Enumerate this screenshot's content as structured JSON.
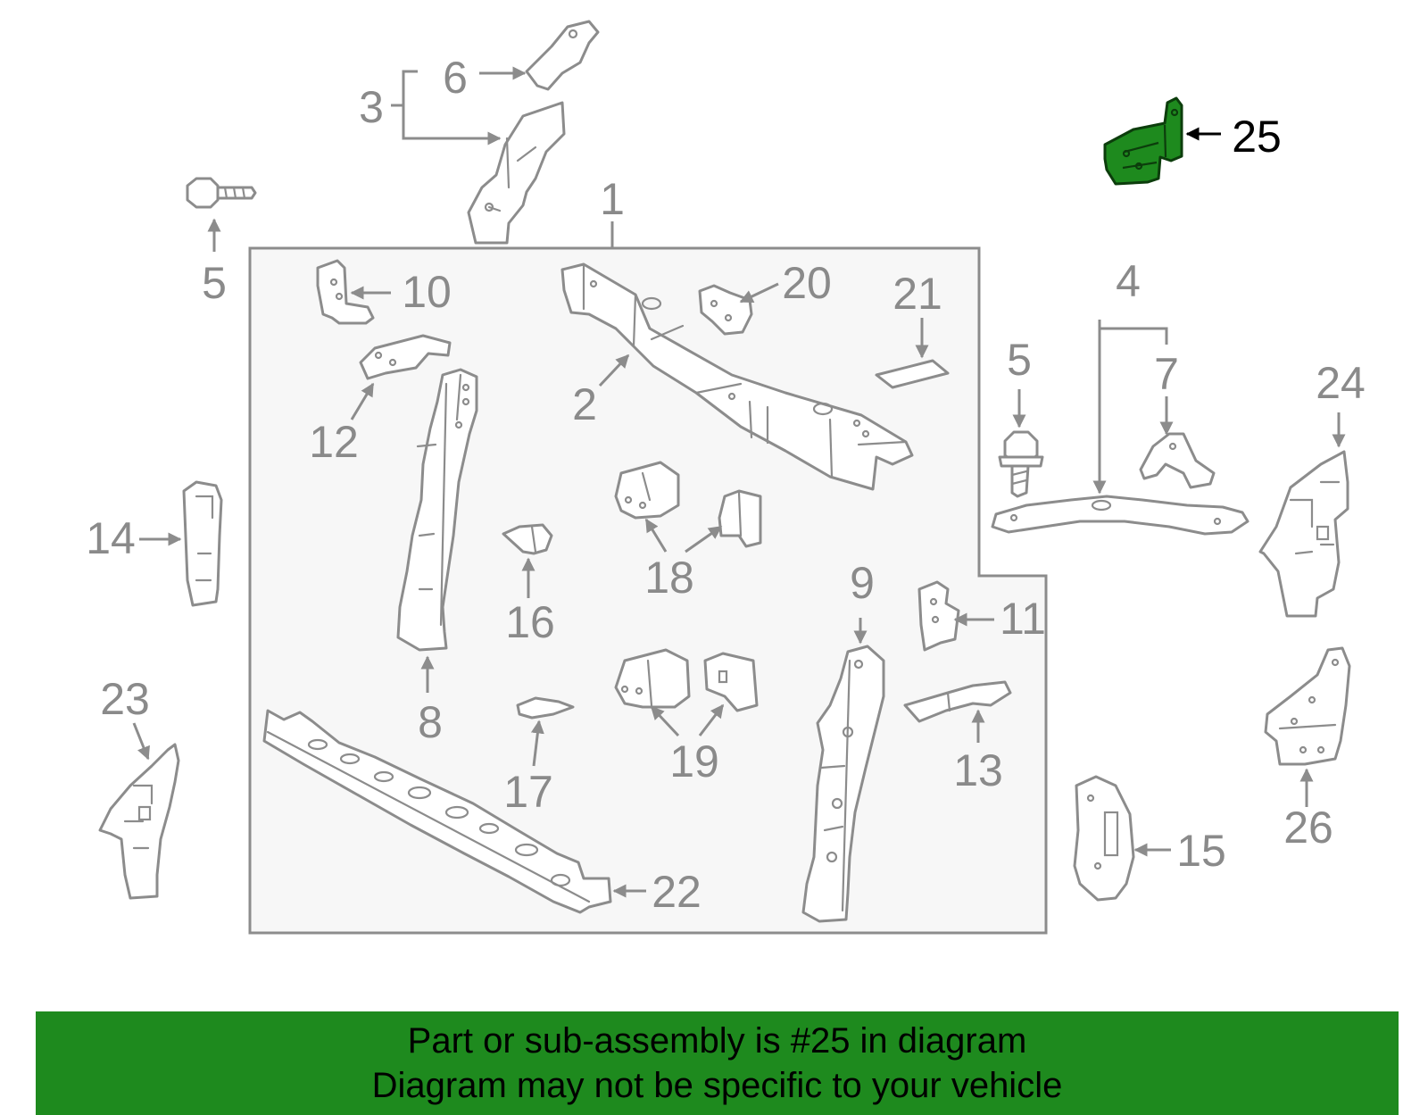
{
  "diagram": {
    "highlight_part": "25",
    "colors": {
      "highlight_fill": "#1e8a1e",
      "line_gray": "#8c8c8c",
      "box_fill": "#f7f7f7",
      "banner_bg": "#1e8a1e"
    },
    "callouts": {
      "c1": "1",
      "c2": "2",
      "c3": "3",
      "c4": "4",
      "c5a": "5",
      "c5b": "5",
      "c6": "6",
      "c7": "7",
      "c8": "8",
      "c9": "9",
      "c10": "10",
      "c11": "11",
      "c12": "12",
      "c13": "13",
      "c14": "14",
      "c15": "15",
      "c16": "16",
      "c17": "17",
      "c18": "18",
      "c19": "19",
      "c20": "20",
      "c21": "21",
      "c22": "22",
      "c23": "23",
      "c24": "24",
      "c25": "25",
      "c26": "26"
    }
  },
  "banner": {
    "line1": "Part or sub-assembly is #25 in diagram",
    "line2": "Diagram may not be specific to your vehicle"
  }
}
